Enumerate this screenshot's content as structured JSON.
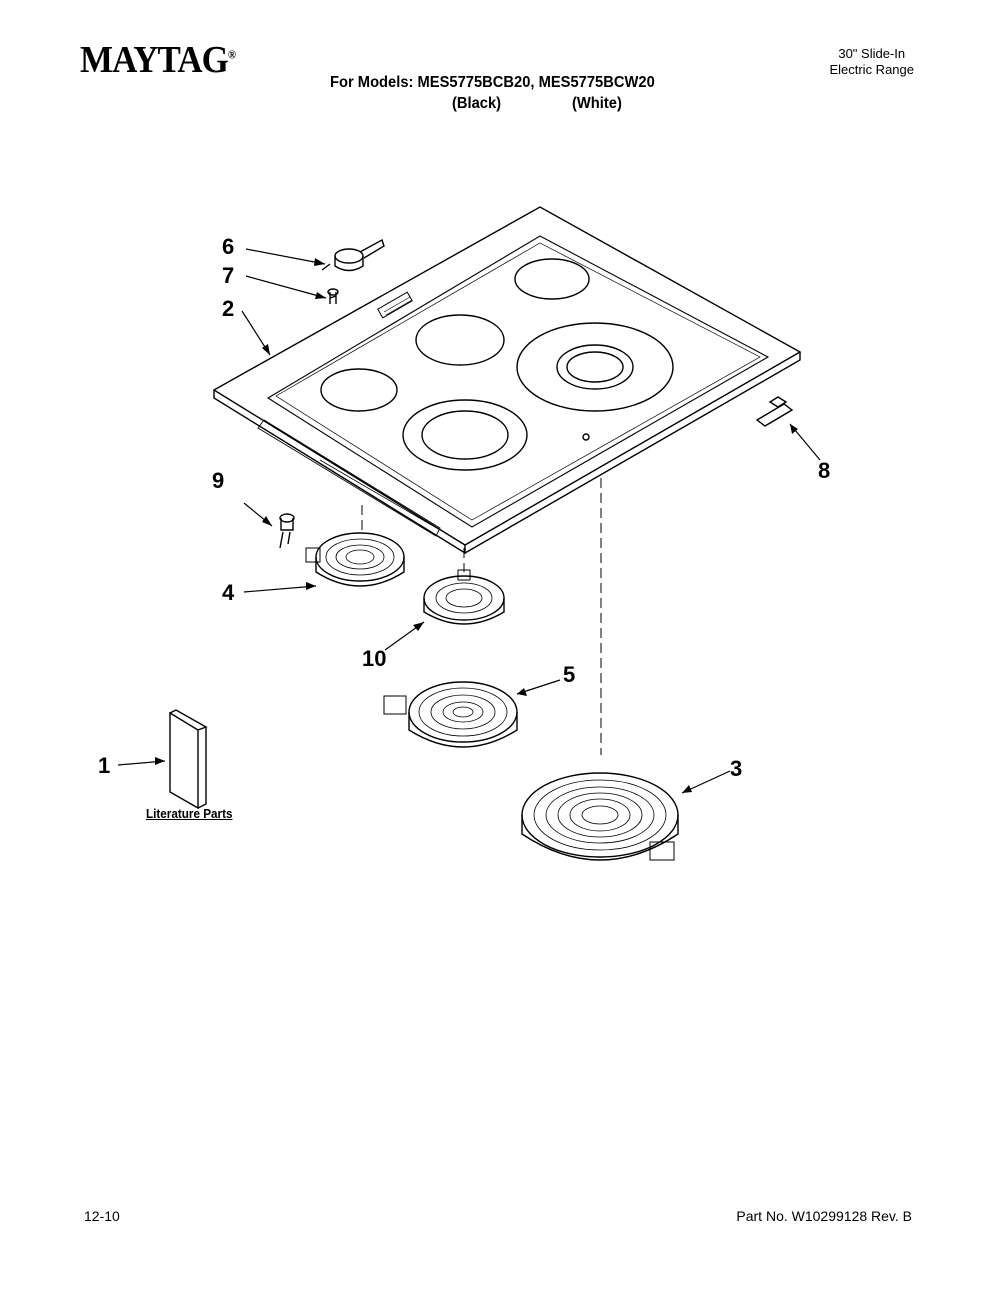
{
  "header": {
    "brand": "MAYTAG",
    "models_line": "For Models: MES5775BCB20, MES5775BCW20",
    "variant_black": "(Black)",
    "variant_white": "(White)",
    "product_line1": "30\" Slide-In",
    "product_line2": "Electric Range"
  },
  "callouts": {
    "c1": "1",
    "c2": "2",
    "c3": "3",
    "c4": "4",
    "c5": "5",
    "c6": "6",
    "c7": "7",
    "c8": "8",
    "c9": "9",
    "c10": "10"
  },
  "literature_label": "Literature Parts",
  "footer": {
    "date": "12-10",
    "part_no": "Part No. W10299128 Rev. B"
  }
}
